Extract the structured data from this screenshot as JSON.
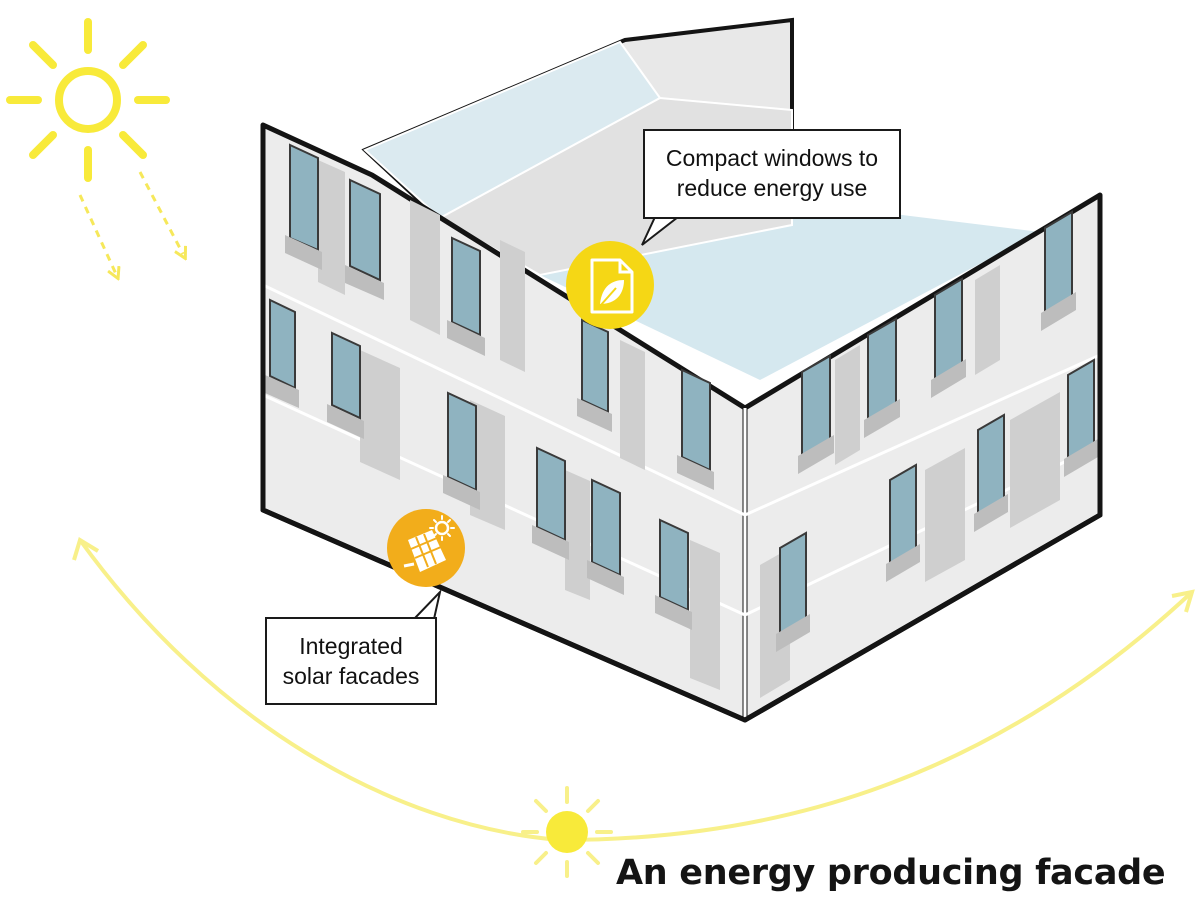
{
  "callouts": {
    "windows": {
      "line1": "Compact windows to",
      "line2": "reduce energy use",
      "icon": "leaf-document-icon"
    },
    "solar": {
      "line1": "Integrated",
      "line2": "solar facades",
      "icon": "solar-panel-sun-icon"
    }
  },
  "headline": "An energy producing facade",
  "colors": {
    "sun": "#f8ea3a",
    "sun_light": "#f8f08a",
    "badge_windows": "#f5d715",
    "badge_solar": "#f2ad1b",
    "roof": "#d5e8ef",
    "wall": "#ececec",
    "panel": "#cfcfcf",
    "outline": "#141414"
  },
  "icons": [
    "sun-icon",
    "sun-path-arc",
    "sunbeam-arrow",
    "isometric-building"
  ]
}
